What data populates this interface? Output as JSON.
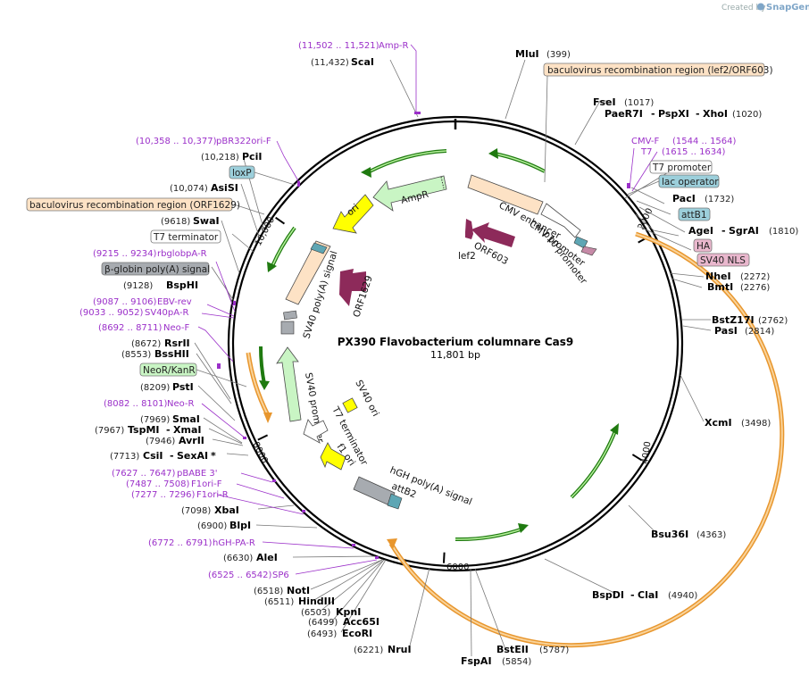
{
  "credit": {
    "created_by": "Created by",
    "brand": "SnapGene"
  },
  "plasmid": {
    "name": "PX390 Flavobacterium columnare Cas9",
    "length_label": "11,801 bp",
    "length": 11801
  },
  "ticks": [
    "2000",
    "4000",
    "6000",
    "8000",
    "10,000"
  ],
  "sites": [
    {
      "name": "MluI",
      "pos": "(399)"
    },
    {
      "name": "FseI",
      "pos": "(1017)"
    },
    {
      "name": "PaeR7I",
      "extra": "PspXI",
      "extra2": "XhoI",
      "pos": "(1020)"
    },
    {
      "name": "PacI",
      "pos": "(1732)"
    },
    {
      "name": "AgeI",
      "extra": "SgrAI",
      "pos": "(1810)"
    },
    {
      "name": "NheI",
      "pos": "(2272)"
    },
    {
      "name": "BmtI",
      "pos": "(2276)"
    },
    {
      "name": "BstZ17I",
      "pos": "(2762)"
    },
    {
      "name": "PasI",
      "pos": "(2814)"
    },
    {
      "name": "XcmI",
      "pos": "(3498)"
    },
    {
      "name": "Bsu36I",
      "pos": "(4363)"
    },
    {
      "name": "BspDI",
      "extra": "ClaI",
      "pos": "(4940)"
    },
    {
      "name": "BstEII",
      "pos": "(5787)"
    },
    {
      "name": "FspAI",
      "pos": "(5854)"
    },
    {
      "name": "NruI",
      "pos": "(6221)"
    },
    {
      "name": "EcoRI",
      "pos": "(6493)"
    },
    {
      "name": "Acc65I",
      "pos": "(6499)"
    },
    {
      "name": "KpnI",
      "pos": "(6503)"
    },
    {
      "name": "HindIII",
      "pos": "(6511)"
    },
    {
      "name": "NotI",
      "pos": "(6518)"
    },
    {
      "name": "AleI",
      "pos": "(6630)"
    },
    {
      "name": "BlpI",
      "pos": "(6900)"
    },
    {
      "name": "XbaI",
      "pos": "(7098)"
    },
    {
      "name": "CsiI",
      "extra": "SexAI",
      "star": "*",
      "pos": "(7713)"
    },
    {
      "name": "AvrII",
      "pos": "(7946)"
    },
    {
      "name": "TspMI",
      "extra": "XmaI",
      "pos": "(7967)"
    },
    {
      "name": "SmaI",
      "pos": "(7969)"
    },
    {
      "name": "PstI",
      "pos": "(8209)"
    },
    {
      "name": "BssHII",
      "pos": "(8553)"
    },
    {
      "name": "RsrII",
      "pos": "(8672)"
    },
    {
      "name": "BspHI",
      "pos": "(9128)"
    },
    {
      "name": "SwaI",
      "pos": "(9618)"
    },
    {
      "name": "AsiSI",
      "pos": "(10,074)"
    },
    {
      "name": "PciI",
      "pos": "(10,218)"
    },
    {
      "name": "ScaI",
      "pos": "(11,432)"
    }
  ],
  "primers": [
    {
      "name": "Amp-R",
      "range": "(11,502 .. 11,521)"
    },
    {
      "name": "pBR322ori-F",
      "range": "(10,358 .. 10,377)"
    },
    {
      "name": "rbglobpA-R",
      "range": "(9215 .. 9234)"
    },
    {
      "name": "EBV-rev",
      "range": "(9087 .. 9106)"
    },
    {
      "name": "SV40pA-R",
      "range": "(9033 .. 9052)"
    },
    {
      "name": "Neo-F",
      "range": "(8692 .. 8711)"
    },
    {
      "name": "Neo-R",
      "range": "(8082 .. 8101)"
    },
    {
      "name": "pBABE 3'",
      "range": "(7627 .. 7647)"
    },
    {
      "name": "F1ori-F",
      "range": "(7487 .. 7508)"
    },
    {
      "name": "F1ori-R",
      "range": "(7277 .. 7296)"
    },
    {
      "name": "hGH-PA-R",
      "range": "(6772 .. 6791)"
    },
    {
      "name": "SP6",
      "range": "(6525 .. 6542)"
    },
    {
      "name": "CMV-F",
      "range": "(1544 .. 1564)"
    },
    {
      "name": "T7",
      "range": "(1615 .. 1634)"
    }
  ],
  "boxed": {
    "bac_top": "baculovirus recombination region (lef2/ORF603)",
    "t7_promoter": "T7 promoter",
    "lac_operator": "lac operator",
    "attB1": "attB1",
    "HA": "HA",
    "SV40_NLS": "SV40 NLS",
    "loxP": "loxP",
    "bac_left": "baculovirus recombination region (ORF1629)",
    "t7_terminator": "T7 terminator",
    "bglobin": "β-globin poly(A) signal",
    "neo": "NeoR/KanR"
  },
  "features": {
    "ampR": "AmpR",
    "ori": "ori",
    "cmv_enh": "CMV enhancer",
    "cmv_prom": "CMV promoter",
    "p10": "p10 promoter",
    "orf603": "ORF603",
    "lef2": "lef2",
    "orf1629": "ORF1629",
    "sv40pa": "SV40 poly(A) signal",
    "sv40prom": "SV40 promoter",
    "sv40ori": "SV40 ori",
    "t7term": "T7 terminator",
    "f1ori": "f1 ori",
    "hgh": "hGH poly(A) signal",
    "attB2": "attB2"
  },
  "colors": {
    "ampR": "#c9f5c4",
    "ori": "#ffff00",
    "cmv": "#fde2c5",
    "orf": "#8d2a5a",
    "green_arc": "#33a31a",
    "orange_arc": "#f2a23a",
    "primer": "#9b30c9",
    "gray": "#a7abb0"
  }
}
